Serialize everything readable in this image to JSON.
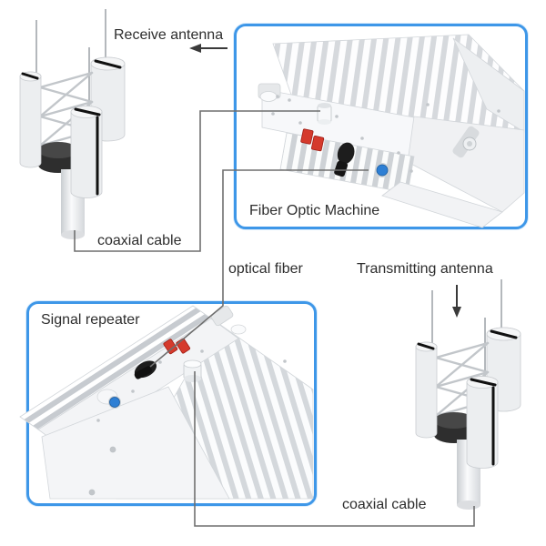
{
  "diagram": {
    "boxes": {
      "fiber_optic_machine": {
        "label": "Fiber Optic Machine"
      },
      "signal_repeater": {
        "label": "Signal repeater"
      }
    },
    "labels": {
      "receive_antenna": "Receive antenna",
      "coaxial_cable_top": "coaxial cable",
      "optical_fiber": "optical fiber",
      "transmitting_antenna": "Transmitting antenna",
      "coaxial_cable_bottom": "coaxial cable"
    },
    "colors": {
      "background": "#ffffff",
      "accent": "#3e97e8",
      "line": "#6f6f6f",
      "arrow": "#3a3a3a",
      "text": "#2d2d2d",
      "connector-red": "#d53a2c",
      "connector-blue": "#2e7fd4",
      "device-body": "#f2f3f5",
      "fin-shade": "#d6d9dd",
      "drum-dark": "#2e2e2e"
    }
  }
}
